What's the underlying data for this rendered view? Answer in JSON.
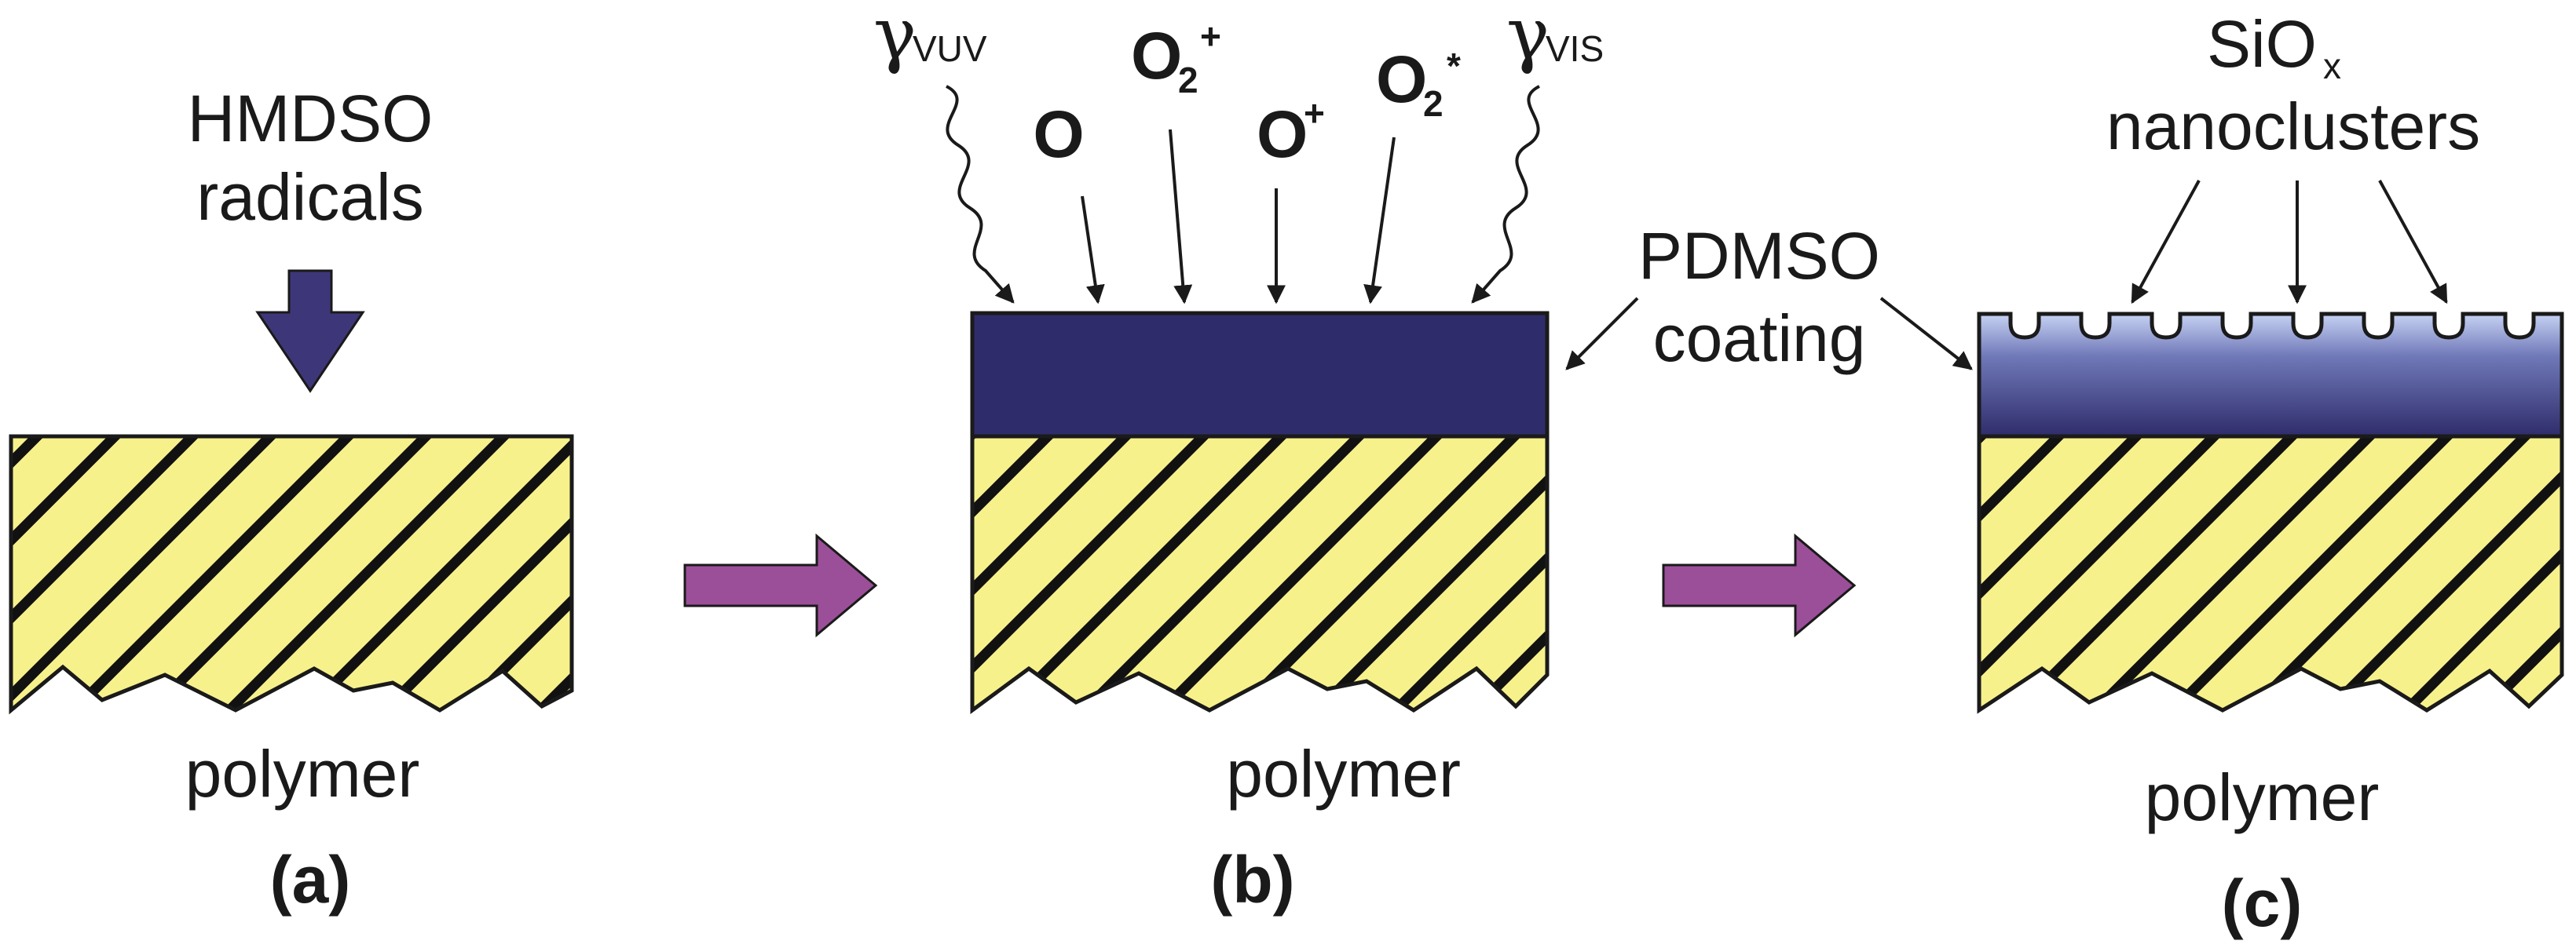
{
  "panels": {
    "a": {
      "caption": "(a)",
      "substrate_label": "polymer",
      "precursor_label_line1": "HMDSO",
      "precursor_label_line2": "radicals"
    },
    "b": {
      "caption": "(b)",
      "substrate_label": "polymer",
      "coating_label_line1": "PDMSO",
      "coating_label_line2": "coating",
      "species": {
        "gamma_vuv": {
          "symbol": "γ",
          "sub": "VUV"
        },
        "o": {
          "text": "O"
        },
        "o2_plus": {
          "text": "O",
          "sub": "2",
          "sup": "+"
        },
        "o_plus": {
          "text": "O",
          "sup": "+"
        },
        "o2_star": {
          "text": "O",
          "sub": "2",
          "sup": "*"
        },
        "gamma_vis": {
          "symbol": "γ",
          "sub": "VIS"
        }
      }
    },
    "c": {
      "caption": "(c)",
      "substrate_label": "polymer",
      "cluster_label_line1_main": "SiO",
      "cluster_label_line1_sub": "x",
      "cluster_label_line2": "nanoclusters"
    }
  },
  "colors": {
    "polymer_fill": "#f7f18c",
    "hatch": "#111111",
    "coating_fill": "#2f2c6b",
    "coating_light": "#b9c6ee",
    "precursor_arrow": "#3d3779",
    "process_arrow": "#9b4f98",
    "outline": "#1a1a1a"
  }
}
